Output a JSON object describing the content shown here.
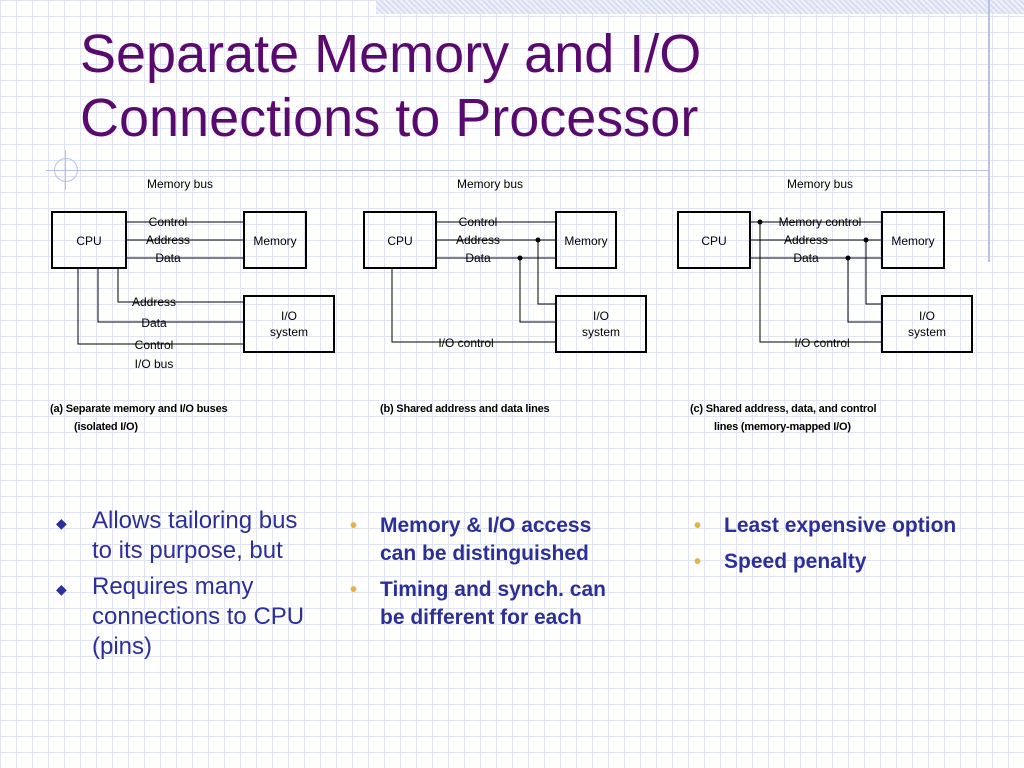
{
  "title": "Separate Memory and I/O Connections to Processor",
  "title_lines": [
    "Separate Memory and I/O",
    "Connections to Processor"
  ],
  "diagrams": [
    {
      "bus_label": "Memory bus",
      "cpu": "CPU",
      "memory": "Memory",
      "io": "I/O system",
      "io_lines": [
        "I/O",
        "system"
      ],
      "memory_lines": [
        "Control",
        "Address",
        "Data"
      ],
      "io_bus_lines": [
        "Address",
        "Data",
        "Control"
      ],
      "io_bus_label": "I/O bus",
      "caption_lines": [
        "(a) Separate memory and I/O buses",
        "(isolated I/O)"
      ]
    },
    {
      "bus_label": "Memory bus",
      "cpu": "CPU",
      "memory": "Memory",
      "io_lines": [
        "I/O",
        "system"
      ],
      "memory_lines": [
        "Control",
        "Address",
        "Data"
      ],
      "io_control": "I/O control",
      "caption_lines": [
        "(b) Shared address and data lines"
      ]
    },
    {
      "bus_label": "Memory bus",
      "cpu": "CPU",
      "memory": "Memory",
      "io_lines": [
        "I/O",
        "system"
      ],
      "memory_lines": [
        "Memory control",
        "Address",
        "Data"
      ],
      "io_control": "I/O control",
      "caption_lines": [
        "(c) Shared address, data, and control",
        "lines (memory-mapped I/O)"
      ]
    }
  ],
  "columns": [
    {
      "style": "diamond",
      "items": [
        "Allows tailoring bus to its purpose, but",
        "Requires many connections to CPU (pins)"
      ]
    },
    {
      "style": "dot",
      "items": [
        "Memory & I/O access can be distinguished",
        "Timing and synch. can be different for each"
      ]
    },
    {
      "style": "dot",
      "items": [
        "Least expensive option",
        "Speed penalty"
      ]
    }
  ],
  "colors": {
    "title": "#5a0a6e",
    "bullet_text": "#2b2f9a",
    "dot_bullet": "#e2b343"
  }
}
